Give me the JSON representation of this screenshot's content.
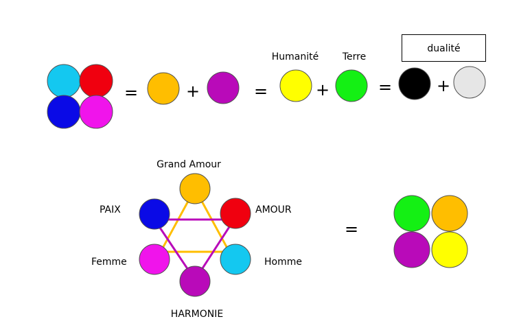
{
  "colors": {
    "cyan": "#14c8f0",
    "red": "#f0000f",
    "blue": "#0a0ae6",
    "magenta": "#f014eb",
    "orange": "#ffbe00",
    "purple": "#b90ab9",
    "yellow": "#ffff00",
    "green": "#14f014",
    "black": "#000000",
    "light_gray": "#e6e6e6",
    "outline": "#505050"
  },
  "top_row": {
    "label_humanite": "Humanité",
    "label_terre": "Terre",
    "label_dualite": "dualité",
    "equals_1": "=",
    "plus_1": "+",
    "equals_2": "=",
    "plus_2": "+",
    "equals_3": "=",
    "plus_3": "+"
  },
  "star": {
    "top": "Grand Amour",
    "upper_left": "PAIX",
    "upper_right": "AMOUR",
    "lower_left": "Femme",
    "lower_right": "Homme",
    "bottom": "HARMONIE"
  },
  "bottom_row": {
    "equals": "="
  }
}
